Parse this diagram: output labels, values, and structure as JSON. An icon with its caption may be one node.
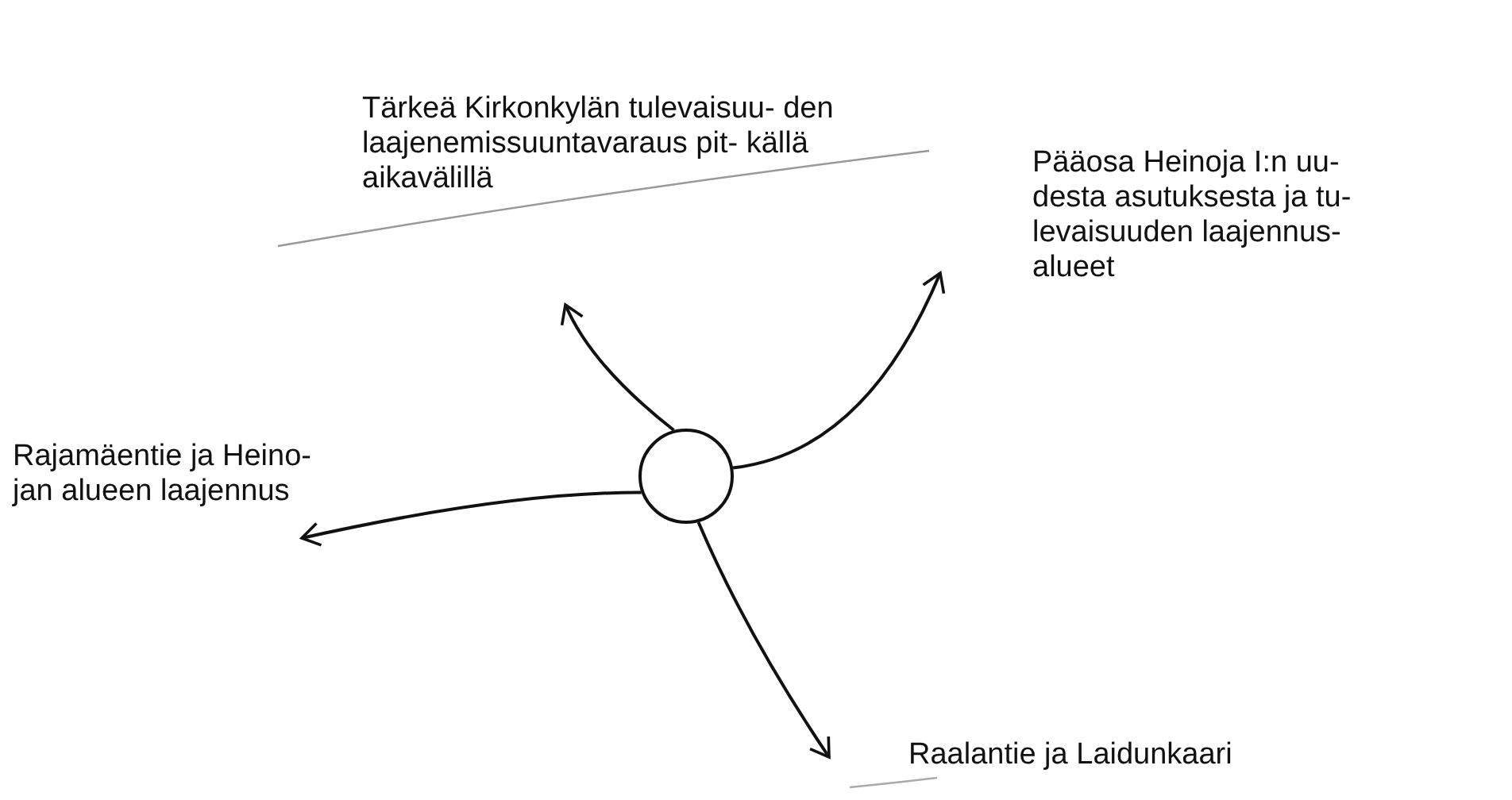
{
  "diagram": {
    "nodes": [
      {
        "text": [],
        "shape": "circle"
      },
      {
        "text": [
          "Tärkeä Kirkonkylän tulevaisuu- den laajenemissuuntavaraus pit- källä aikavälillä"
        ]
      },
      {
        "text": [
          "Pääosa Heinoja I:n uu- desta asutuksesta ja tu- levaisuuden laajennus- alueet"
        ]
      },
      {
        "text": [
          "Rajamäentie ja Heino- jan alueen laajennus"
        ]
      },
      {
        "text": [
          "Raalantie ja Laidunkaari"
        ]
      }
    ],
    "edges": [
      {
        "from": 0,
        "to": 1,
        "arrow": "to"
      },
      {
        "from": 0,
        "to": 2,
        "arrow": "to"
      },
      {
        "from": 0,
        "to": 3,
        "arrow": "to"
      },
      {
        "from": 0,
        "to": 4,
        "arrow": "to"
      }
    ]
  }
}
